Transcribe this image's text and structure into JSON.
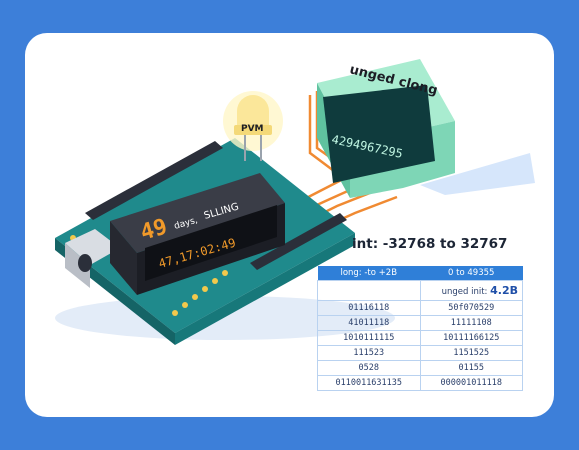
{
  "lcd": {
    "big": "49",
    "days": "days,",
    "tag": "SLLING",
    "line2": "47,17:02:49"
  },
  "led": {
    "label": "PVM"
  },
  "side_display": {
    "title": "unged clong",
    "value": "4294967295"
  },
  "int_range": "int: -32768 to 32767",
  "table": {
    "headers": [
      "long: -to +2B",
      "0 to 49355"
    ],
    "subrow": {
      "left": "",
      "right_prefix": "unged init:",
      "right_value": "4.2B"
    },
    "rows": [
      [
        "01116118",
        "50f070529"
      ],
      [
        "41011118",
        "11111108"
      ],
      [
        "1010111115",
        "10111166125"
      ],
      [
        "111523",
        "1151525"
      ],
      [
        "0528",
        "01155"
      ],
      [
        "0110011631135",
        "000001011118"
      ]
    ]
  },
  "colors": {
    "background": "#3d7fd9",
    "board": "#1f8a8c",
    "lcd_text": "#f19a2a",
    "side_box": "#8fe0c3",
    "table_header": "#2f7fd8"
  }
}
